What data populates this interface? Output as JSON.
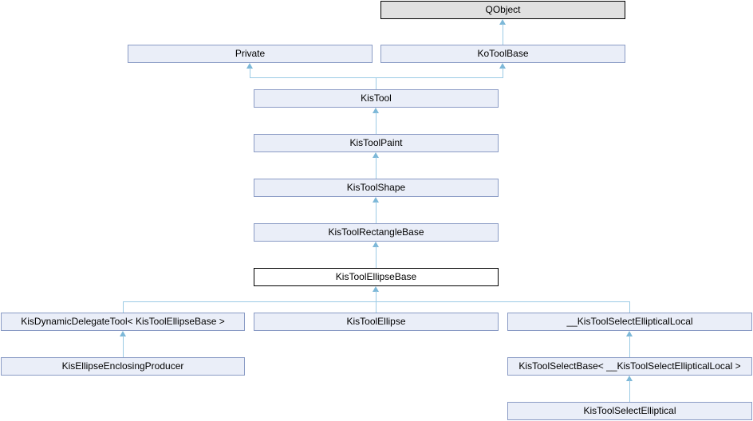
{
  "nodes": [
    {
      "id": "qobject",
      "label": "QObject",
      "kind": "external"
    },
    {
      "id": "private",
      "label": "Private",
      "kind": "class"
    },
    {
      "id": "kotoolbase",
      "label": "KoToolBase",
      "kind": "class"
    },
    {
      "id": "kistool",
      "label": "KisTool",
      "kind": "class"
    },
    {
      "id": "kistoolpaint",
      "label": "KisToolPaint",
      "kind": "class"
    },
    {
      "id": "kistoolshape",
      "label": "KisToolShape",
      "kind": "class"
    },
    {
      "id": "kistoolrectanglebase",
      "label": "KisToolRectangleBase",
      "kind": "class"
    },
    {
      "id": "kistoolellipsebase",
      "label": "KisToolEllipseBase",
      "kind": "current"
    },
    {
      "id": "kisdynamicdelegatetool",
      "label": "KisDynamicDelegateTool< KisToolEllipseBase >",
      "kind": "class"
    },
    {
      "id": "kistoolellipse",
      "label": "KisToolEllipse",
      "kind": "class"
    },
    {
      "id": "kistoolselectellipticallocal",
      "label": "__KisToolSelectEllipticalLocal",
      "kind": "class"
    },
    {
      "id": "kisellipseenclosingproducer",
      "label": "KisEllipseEnclosingProducer",
      "kind": "class"
    },
    {
      "id": "kistoolselectbase",
      "label": "KisToolSelectBase< __KisToolSelectEllipticalLocal >",
      "kind": "class"
    },
    {
      "id": "kistoolselectelliptical",
      "label": "KisToolSelectElliptical",
      "kind": "class"
    }
  ],
  "edges": [
    {
      "from": "KoToolBase",
      "to": "QObject"
    },
    {
      "from": "KisTool",
      "to": "Private"
    },
    {
      "from": "KisTool",
      "to": "KoToolBase"
    },
    {
      "from": "KisToolPaint",
      "to": "KisTool"
    },
    {
      "from": "KisToolShape",
      "to": "KisToolPaint"
    },
    {
      "from": "KisToolRectangleBase",
      "to": "KisToolShape"
    },
    {
      "from": "KisToolEllipseBase",
      "to": "KisToolRectangleBase"
    },
    {
      "from": "KisDynamicDelegateTool< KisToolEllipseBase >",
      "to": "KisToolEllipseBase"
    },
    {
      "from": "KisToolEllipse",
      "to": "KisToolEllipseBase"
    },
    {
      "from": "__KisToolSelectEllipticalLocal",
      "to": "KisToolEllipseBase"
    },
    {
      "from": "KisEllipseEnclosingProducer",
      "to": "KisDynamicDelegateTool< KisToolEllipseBase >"
    },
    {
      "from": "KisToolSelectBase< __KisToolSelectEllipticalLocal >",
      "to": "__KisToolSelectEllipticalLocal"
    },
    {
      "from": "KisToolSelectElliptical",
      "to": "KisToolSelectBase< __KisToolSelectEllipticalLocal >"
    }
  ],
  "colors": {
    "background": "#ffffff",
    "node_fill": "#eaeef8",
    "node_border": "#8a9bc5",
    "external_node_fill": "#e0e0e0",
    "external_node_border": "#000000",
    "current_node_fill": "#ffffff",
    "current_node_border": "#000000",
    "edge_line": "#9ccbe5",
    "edge_arrowhead": "#7db8d8",
    "text": "#000000"
  }
}
